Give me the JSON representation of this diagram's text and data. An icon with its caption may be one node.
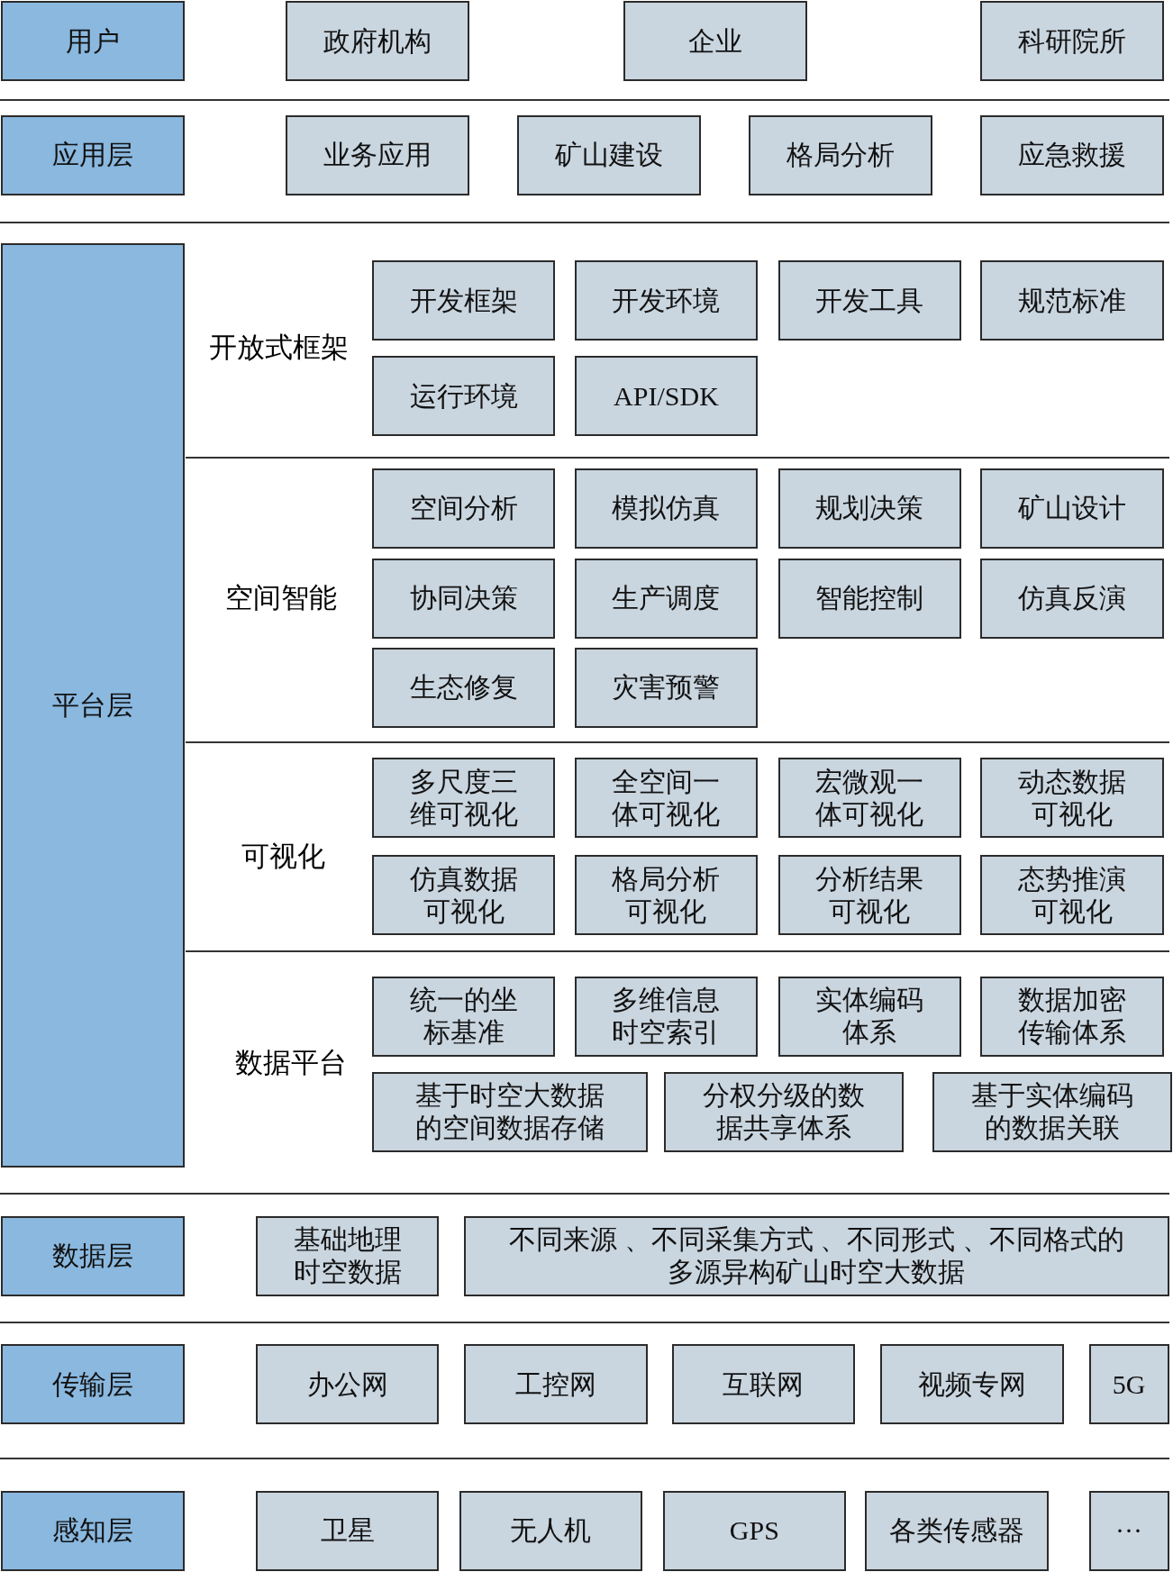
{
  "diagram": {
    "nodes": [
      {
        "text": [
          "用户"
        ]
      },
      {
        "text": [
          "政府机构"
        ]
      },
      {
        "text": [
          "企业"
        ]
      },
      {
        "text": [
          "科研院所"
        ]
      },
      {
        "text": [
          "应用层"
        ]
      },
      {
        "text": [
          "业务应用"
        ]
      },
      {
        "text": [
          "矿山建设"
        ]
      },
      {
        "text": [
          "格局分析"
        ]
      },
      {
        "text": [
          "应急救援"
        ]
      },
      {
        "text": [
          "平台层"
        ]
      },
      {
        "text": [
          "开发框架"
        ]
      },
      {
        "text": [
          "开发环境"
        ]
      },
      {
        "text": [
          "开发工具"
        ]
      },
      {
        "text": [
          "规范标准"
        ]
      },
      {
        "text": [
          "运行环境"
        ]
      },
      {
        "text": [
          "API/SDK"
        ]
      },
      {
        "text": [
          "空间分析"
        ]
      },
      {
        "text": [
          "模拟仿真"
        ]
      },
      {
        "text": [
          "规划决策"
        ]
      },
      {
        "text": [
          "矿山设计"
        ]
      },
      {
        "text": [
          "协同决策"
        ]
      },
      {
        "text": [
          "生产调度"
        ]
      },
      {
        "text": [
          "智能控制"
        ]
      },
      {
        "text": [
          "仿真反演"
        ]
      },
      {
        "text": [
          "生态修复"
        ]
      },
      {
        "text": [
          "灾害预警"
        ]
      },
      {
        "text": [
          "多尺度三维可视化"
        ]
      },
      {
        "text": [
          "全空间一体可视化"
        ]
      },
      {
        "text": [
          "宏微观一体可视化"
        ]
      },
      {
        "text": [
          "动态数据可视化"
        ]
      },
      {
        "text": [
          "仿真数据可视化"
        ]
      },
      {
        "text": [
          "格局分析可视化"
        ]
      },
      {
        "text": [
          "分析结果可视化"
        ]
      },
      {
        "text": [
          "态势推演可视化"
        ]
      },
      {
        "text": [
          "统一的坐标基准"
        ]
      },
      {
        "text": [
          "多维信息时空索引"
        ]
      },
      {
        "text": [
          "实体编码体系"
        ]
      },
      {
        "text": [
          "数据加密传输体系"
        ]
      },
      {
        "text": [
          "基于时空大数据的空间数据存储"
        ]
      },
      {
        "text": [
          "分权分级的数据共享体系"
        ]
      },
      {
        "text": [
          "基于实体编码的数据关联"
        ]
      },
      {
        "text": [
          "数据层"
        ]
      },
      {
        "text": [
          "基础地理时空数据"
        ]
      },
      {
        "text": [
          "不同来源 、不同采集方式 、不同形式 、不同格式的多源异构矿山时空大数据"
        ]
      },
      {
        "text": [
          "传输层"
        ]
      },
      {
        "text": [
          "办公网"
        ]
      },
      {
        "text": [
          "工控网"
        ]
      },
      {
        "text": [
          "互联网"
        ]
      },
      {
        "text": [
          "视频专网"
        ]
      },
      {
        "text": [
          "5G"
        ]
      },
      {
        "text": [
          "感知层"
        ]
      },
      {
        "text": [
          "卫星"
        ]
      },
      {
        "text": [
          "无人机"
        ]
      },
      {
        "text": [
          "GPS"
        ]
      },
      {
        "text": [
          "各类传感器"
        ]
      },
      {
        "text": [
          "···"
        ]
      }
    ],
    "edges": [],
    "labels": [
      "开放式框架",
      "空间智能",
      "可视化",
      "数据平台"
    ]
  }
}
